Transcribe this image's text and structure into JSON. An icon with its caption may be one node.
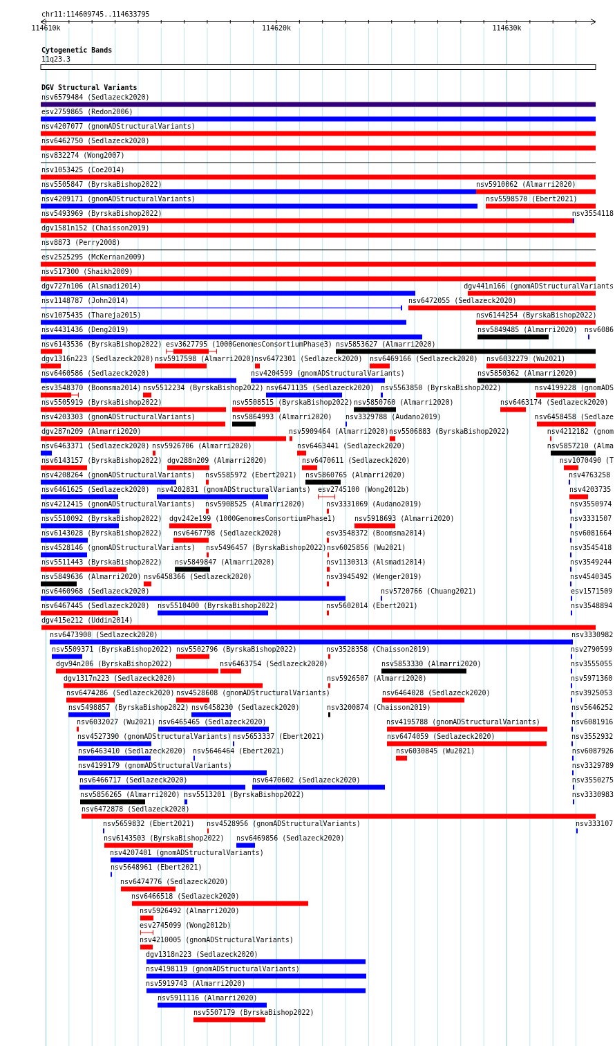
{
  "diagram": {
    "labels": [
      "chr11:114609745..114633795",
      "114610k",
      "114620k",
      "114630k",
      "Cytogenetic Bands",
      "11q23.3",
      "DGV Structural Variants",
      "nsv6579484 (Sedlazeck2020)",
      "esv2759865 (Redon2006)",
      "nsv4207077 (gnomADStructuralVariants)",
      "nsv6462750 (Sedlazeck2020)",
      "nsv832274 (Wong2007)",
      "nsv1053425 (Coe2014)",
      "nsv5505847 (ByrskaBishop2022)",
      "nsv5910062 (Almarri2020)",
      "nsv4209171 (gnomADStructuralVariants)",
      "nsv5598570 (Ebert2021)",
      "nsv5493969 (ByrskaBishop2022)",
      "nsv3554118",
      "dgv1581n152 (Chaisson2019)",
      "nsv8873 (Perry2008)",
      "esv2525295 (McKernan2009)",
      "nsv517300 (Shaikh2009)",
      "dgv727n106 (Alsmadi2014)",
      "dgv441n166 (gnomADStructuralVariants",
      "nsv1148787 (John2014)",
      "nsv6472055 (Sedlazeck2020)",
      "nsv1075435 (Thareja2015)",
      "nsv6144254 (ByrskaBishop2022)",
      "nsv4431436 (Deng2019)",
      "nsv5849485 (Almarri2020)",
      "nsv6086",
      "nsv6143536 (ByrskaBishop2022)",
      "esv3627795 (1000GenomesConsortiumPhase3)",
      "nsv5853627 (Almarri2020)",
      "dgv1316n223 (Sedlazeck2020)",
      "nsv5917598 (Almarri2020)",
      "nsv6472301 (Sedlazeck2020)",
      "nsv6469166 (Sedlazeck2020)",
      "nsv6032279 (Wu2021)",
      "nsv6460586 (Sedlazeck2020)",
      "nsv4204599 (gnomADStructuralVariants)",
      "nsv5850362 (Almarri2020)",
      "esv3548370 (Boomsma2014)",
      "nsv5512234 (ByrskaBishop2022)",
      "nsv6471135 (Sedlazeck2020)",
      "nsv5563850 (ByrskaBishop2022)",
      "nsv4199228 (gnomADS",
      "nsv5505919 (ByrskaBishop2022)",
      "nsv5508515 (ByrskaBishop2022)",
      "nsv5850760 (Almarri2020)",
      "nsv6463174 (Sedlazeck2020)",
      "nsv4203303 (gnomADStructuralVariants)",
      "nsv5864993 (Almarri2020)",
      "nsv3329788 (Audano2019)",
      "nsv6458458 (Sedlaze",
      "dgv287n209 (Almarri2020)",
      "nsv5909464 (Almarri2020)",
      "nsv5506883 (ByrskaBishop2022)",
      "nsv4212182 (gnom",
      "nsv6463371 (Sedlazeck2020)",
      "nsv5926706 (Almarri2020)",
      "nsv6463441 (Sedlazeck2020)",
      "nsv5857210 (Alma",
      "nsv6143157 (ByrskaBishop2022)",
      "dgv288n209 (Almarri2020)",
      "nsv6470611 (Sedlazeck2020)",
      "nsv1070490 (T",
      "nsv4208264 (gnomADStructuralVariants)",
      "nsv5585972 (Ebert2021)",
      "nsv5860765 (Almarri2020)",
      "nsv4763258",
      "nsv6461625 (Sedlazeck2020)",
      "nsv4202831 (gnomADStructuralVariants)",
      "esv2745100 (Wong2012b)",
      "nsv4203735",
      "nsv4212415 (gnomADStructuralVariants)",
      "nsv5908525 (Almarri2020)",
      "nsv3331069 (Audano2019)",
      "nsv3550974",
      "nsv5510092 (ByrskaBishop2022)",
      "dgv242e199 (1000GenomesConsortiumPhase1)",
      "nsv5918693 (Almarri2020)",
      "nsv3331507",
      "nsv6143028 (ByrskaBishop2022)",
      "nsv6467798 (Sedlazeck2020)",
      "esv3548372 (Boomsma2014)",
      "nsv6081664",
      "nsv4528146 (gnomADStructuralVariants)",
      "nsv5496457 (ByrskaBishop2022)",
      "nsv6025856 (Wu2021)",
      "nsv3545418",
      "nsv5511443 (ByrskaBishop2022)",
      "nsv5849847 (Almarri2020)",
      "nsv1130313 (Alsmadi2014)",
      "nsv3549244",
      "nsv5849636 (Almarri2020)",
      "nsv6458366 (Sedlazeck2020)",
      "nsv3945492 (Wenger2019)",
      "nsv4540345",
      "nsv6460968 (Sedlazeck2020)",
      "nsv5720766 (Chuang2021)",
      "esv1571509",
      "nsv6467445 (Sedlazeck2020)",
      "nsv5510400 (ByrskaBishop2022)",
      "nsv5602014 (Ebert2021)",
      "nsv3548894",
      "dgv415e212 (Uddin2014)",
      "nsv6473900 (Sedlazeck2020)",
      "nsv3330982",
      "nsv5509371 (ByrskaBishop2022)",
      "nsv5502796 (ByrskaBishop2022)",
      "nsv3528358 (Chaisson2019)",
      "nsv2790599",
      "dgv94n206 (ByrskaBishop2022)",
      "nsv6463754 (Sedlazeck2020)",
      "nsv5853330 (Almarri2020)",
      "nsv3555055",
      "dgv1317n223 (Sedlazeck2020)",
      "nsv5926507 (Almarri2020)",
      "nsv5971360",
      "nsv6474286 (Sedlazeck2020)",
      "nsv4528608 (gnomADStructuralVariants)",
      "nsv6464028 (Sedlazeck2020)",
      "nsv3925053",
      "nsv5498857 (ByrskaBishop2022)",
      "nsv6458230 (Sedlazeck2020)",
      "nsv3200874 (Chaisson2019)",
      "nsv5646252",
      "nsv6032027 (Wu2021)",
      "nsv6465465 (Sedlazeck2020)",
      "nsv4195788 (gnomADStructuralVariants)",
      "nsv6081916",
      "nsv4527390 (gnomADStructuralVariants)",
      "nsv5653337 (Ebert2021)",
      "nsv6474059 (Sedlazeck2020)",
      "nsv3552932",
      "nsv6463410 (Sedlazeck2020)",
      "nsv5646464 (Ebert2021)",
      "nsv6030845 (Wu2021)",
      "nsv6087926",
      "nsv4199179 (gnomADStructuralVariants)",
      "nsv3329789",
      "nsv6466717 (Sedlazeck2020)",
      "nsv6470602 (Sedlazeck2020)",
      "nsv3550275",
      "nsv5856265 (Almarri2020)",
      "nsv5513201 (ByrskaBishop2022)",
      "nsv3330983",
      "nsv6472878 (Sedlazeck2020)",
      "nsv5659832 (Ebert2021)",
      "nsv4528956 (gnomADStructuralVariants)",
      "nsv333107",
      "nsv6143503 (ByrskaBishop2022)",
      "nsv6469856 (Sedlazeck2020)",
      "nsv4207401 (gnomADStructuralVariants)",
      "nsv5648961 (Ebert2021)",
      "nsv6474776 (Sedlazeck2020)",
      "nsv6466518 (Sedlazeck2020)",
      "nsv5926492 (Almarri2020)",
      "esv2745099 (Wong2012b)",
      "nsv4210005 (gnomADStructuralVariants)",
      "dgv1318n223 (Sedlazeck2020)",
      "nsv4198119 (gnomADStructuralVariants)",
      "nsv5919743 (Almarri2020)",
      "nsv5911116 (Almarri2020)",
      "nsv5507179 (ByrskaBishop2022)"
    ]
  }
}
